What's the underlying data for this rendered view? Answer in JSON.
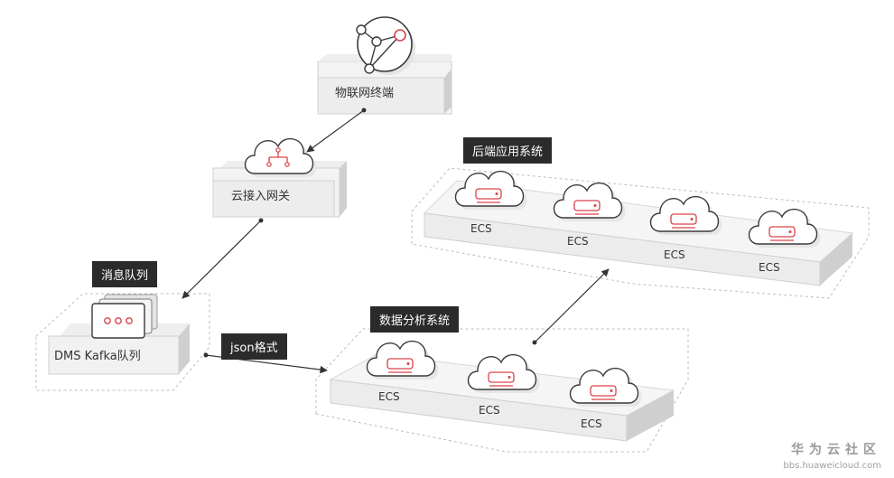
{
  "nodes": {
    "iot_terminal": "物联网终端",
    "access_gateway": "云接入网关",
    "message_queue_tag": "消息队列",
    "kafka_label": "DMS Kafka队列",
    "json_tag": "json格式",
    "analytics_tag": "数据分析系统",
    "backend_tag": "后端应用系统",
    "ecs_label": "ECS"
  },
  "analytics_ecs": [
    "ECS",
    "ECS",
    "ECS"
  ],
  "backend_ecs": [
    "ECS",
    "ECS",
    "ECS",
    "ECS"
  ],
  "watermark": {
    "brand": "华为云社区",
    "url": "bbs.huaweicloud.com"
  }
}
